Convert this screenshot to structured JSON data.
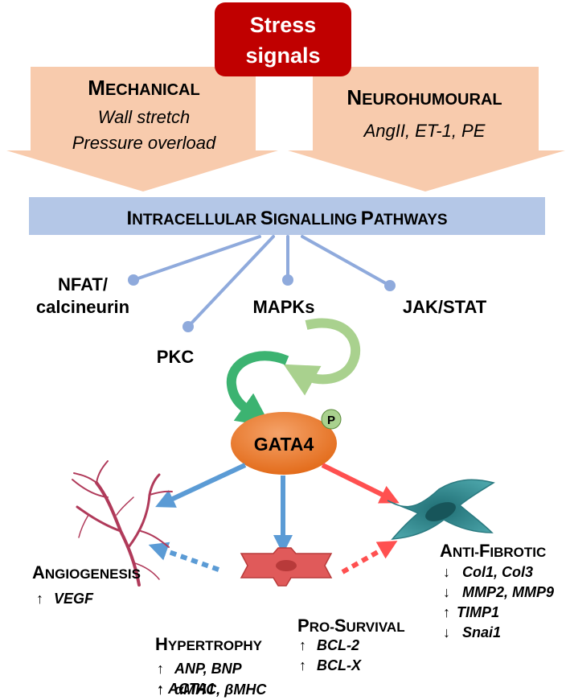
{
  "stress": {
    "line1": "Stress",
    "line2": "signals"
  },
  "mechanical": {
    "title_cap": "M",
    "title_rest": "ECHANICAL",
    "items": [
      "Wall stretch",
      "Pressure overload"
    ]
  },
  "neurohumoural": {
    "title_cap": "N",
    "title_rest": "EUROHUMOURAL",
    "items": "AngII, ET-1, PE"
  },
  "pathways_bar": {
    "w1_cap": "I",
    "w1_rest": "NTRACELLULAR",
    "w2_cap": "S",
    "w2_rest": "IGNALLING",
    "w3_cap": "P",
    "w3_rest": "ATHWAYS"
  },
  "pathways": {
    "nfat_line1": "NFAT/",
    "nfat_line2": "calcineurin",
    "pkc": "PKC",
    "mapks": "MAPKs",
    "jakstat": "JAK/STAT"
  },
  "gata4": {
    "label": "GATA4",
    "phospho": "P"
  },
  "angiogenesis": {
    "title_cap": "A",
    "title_rest": "NGIOGENESIS",
    "genes": [
      {
        "arrow": "↑",
        "gene": "VEGF"
      }
    ]
  },
  "hypertrophy": {
    "title_cap": "H",
    "title_rest": "YPERTROPHY",
    "genes": [
      {
        "arrow": "↑",
        "gene": "ANP, BNP"
      },
      {
        "arrow": "↑",
        "gene": "αMHC, βMHC"
      },
      {
        "arrow": "↑",
        "gene": "ACTA1"
      }
    ]
  },
  "prosurvival": {
    "title_cap1": "P",
    "title_rest1": "RO-",
    "title_cap2": "S",
    "title_rest2": "URVIVAL",
    "genes": [
      {
        "arrow": "↑",
        "gene": "BCL-2"
      },
      {
        "arrow": "↑",
        "gene": "BCL-X"
      }
    ]
  },
  "antifibrotic": {
    "title_cap1": "A",
    "title_rest1": "NTI-",
    "title_cap2": "F",
    "title_rest2": "IBROTIC",
    "genes": [
      {
        "arrow": "↓",
        "gene": "Col1, Col3"
      },
      {
        "arrow": "↓",
        "gene": "MMP2, MMP9"
      },
      {
        "arrow": "↑",
        "gene": "TIMP1"
      },
      {
        "arrow": "↓",
        "gene": "Snai1"
      }
    ]
  },
  "colors": {
    "stress_box": "#c00000",
    "big_arrow": "#f8cbad",
    "pathway_bar": "#b4c7e7",
    "connector": "#8faadc",
    "gata4": "#ed7d31",
    "phospho": "#a9d18e",
    "blue_arrow": "#5b9bd5",
    "red_arrow": "#ff5050",
    "cycle_dark": "#3cb371",
    "cycle_light": "#a9d18e"
  }
}
